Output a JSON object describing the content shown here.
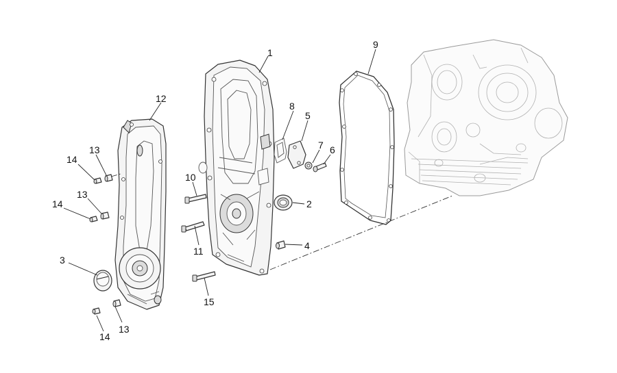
{
  "diagram": {
    "callouts": [
      {
        "id": "c1",
        "text": "1"
      },
      {
        "id": "c2",
        "text": "2"
      },
      {
        "id": "c3",
        "text": "3"
      },
      {
        "id": "c4",
        "text": "4"
      },
      {
        "id": "c5",
        "text": "5"
      },
      {
        "id": "c6",
        "text": "6"
      },
      {
        "id": "c7",
        "text": "7"
      },
      {
        "id": "c8",
        "text": "8"
      },
      {
        "id": "c9",
        "text": "9"
      },
      {
        "id": "c10",
        "text": "10"
      },
      {
        "id": "c11",
        "text": "11"
      },
      {
        "id": "c12",
        "text": "12"
      },
      {
        "id": "c13a",
        "text": "13"
      },
      {
        "id": "c13b",
        "text": "13"
      },
      {
        "id": "c13c",
        "text": "13"
      },
      {
        "id": "c14a",
        "text": "14"
      },
      {
        "id": "c14b",
        "text": "14"
      },
      {
        "id": "c14c",
        "text": "14"
      },
      {
        "id": "c15",
        "text": "15"
      }
    ]
  }
}
